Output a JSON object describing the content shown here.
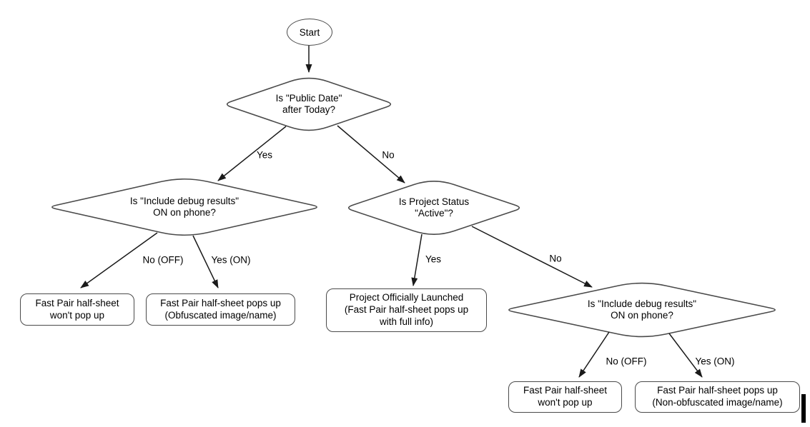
{
  "nodes": {
    "start": {
      "label": "Start"
    },
    "public_date": {
      "label": "Is \"Public Date\"\nafter Today?"
    },
    "debug_left": {
      "label": "Is \"Include debug results\"\nON on phone?"
    },
    "project_status": {
      "label": "Is Project Status\n\"Active\"?"
    },
    "debug_right": {
      "label": "Is \"Include debug results\"\nON on phone?"
    },
    "no_popup_left": {
      "label": "Fast Pair half-sheet\nwon't pop up"
    },
    "obfuscated": {
      "label": "Fast Pair half-sheet pops up\n(Obfuscated image/name)"
    },
    "launched": {
      "label": "Project Officially Launched\n(Fast Pair half-sheet pops up\nwith full info)"
    },
    "no_popup_right": {
      "label": "Fast Pair half-sheet\nwon't pop up"
    },
    "non_obfuscated": {
      "label": "Fast Pair half-sheet pops up\n(Non-obfuscated image/name)"
    }
  },
  "edges": {
    "yes_1": {
      "label": "Yes"
    },
    "no_1": {
      "label": "No"
    },
    "no_off_left": {
      "label": "No (OFF)"
    },
    "yes_on_left": {
      "label": "Yes (ON)"
    },
    "yes_2": {
      "label": "Yes"
    },
    "no_2": {
      "label": "No"
    },
    "no_off_right": {
      "label": "No (OFF)"
    },
    "yes_on_right": {
      "label": "Yes (ON)"
    }
  },
  "colors": {
    "background": "#ffffff",
    "shape_stroke": "#4a4a4a",
    "arrow": "#1a1a1a",
    "text": "#000000"
  }
}
